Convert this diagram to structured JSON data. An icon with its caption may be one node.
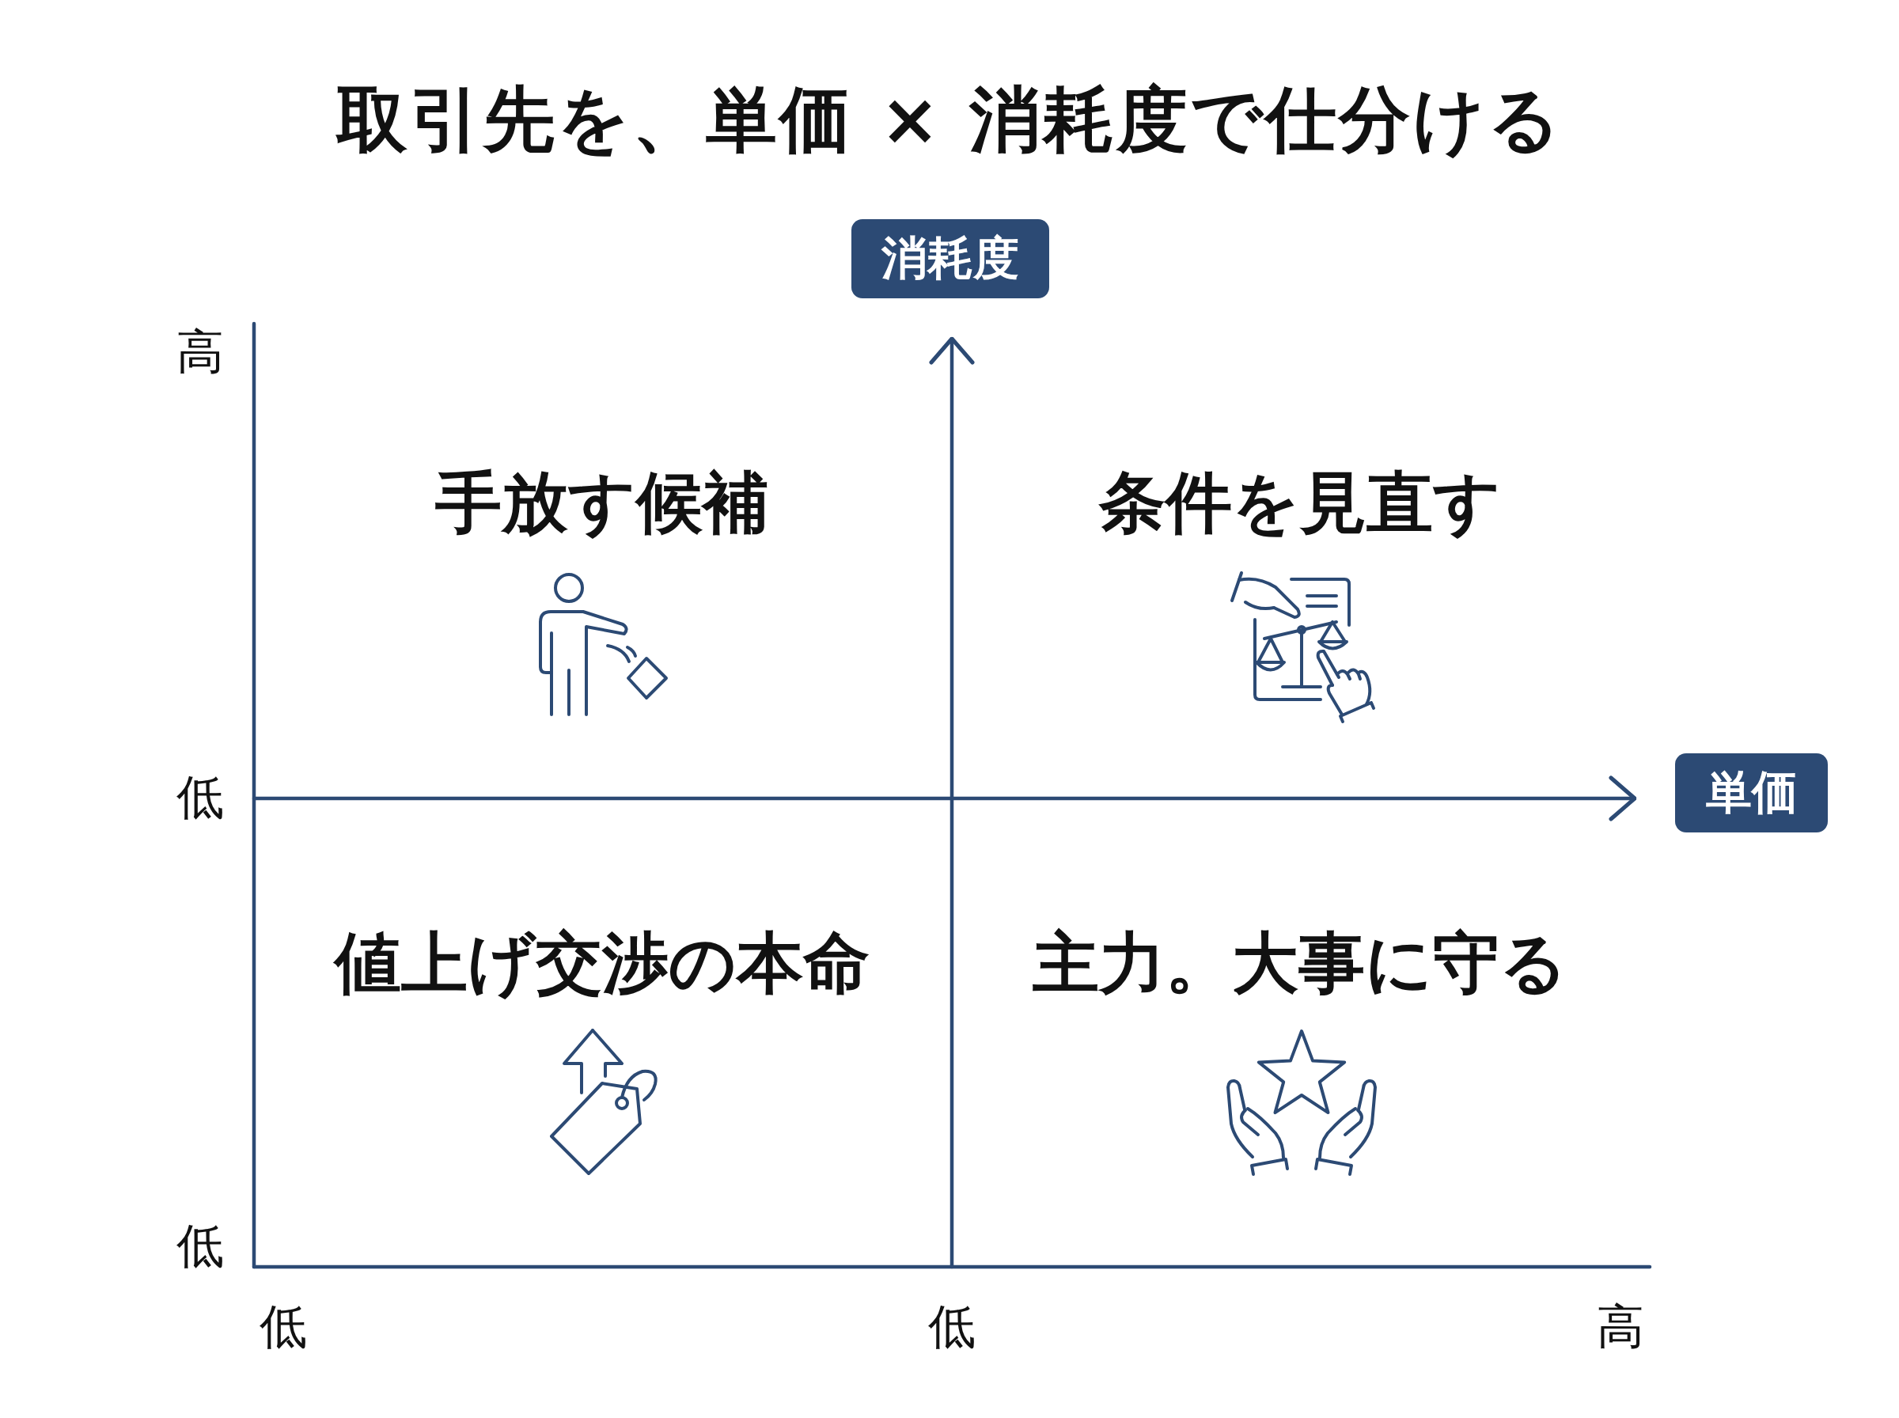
{
  "diagram": {
    "title": "取引先を、単価 × 消耗度で仕分ける",
    "nodes": [
      {
        "text": [
          "消耗度"
        ]
      },
      {
        "text": [
          "単価"
        ]
      }
    ],
    "labels": [
      "高",
      "手放す候補",
      "条件を見直す",
      "低",
      "値上げ交渉の本命",
      "主力。大事に守る",
      "低",
      "低",
      "低",
      "高"
    ]
  }
}
